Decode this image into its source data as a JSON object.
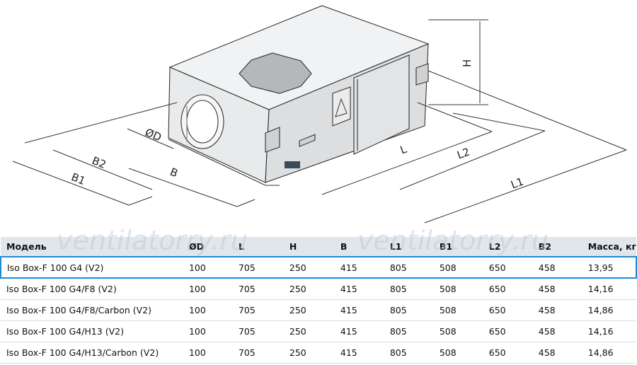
{
  "watermark": "ventilatorry.ru",
  "dimension_labels": {
    "H": "H",
    "OD": "ØD",
    "B2": "B2",
    "B1": "B1",
    "B": "B",
    "L": "L",
    "L2": "L2",
    "L1": "L1"
  },
  "table": {
    "headers": [
      "Модель",
      "ØD",
      "L",
      "H",
      "B",
      "L1",
      "B1",
      "L2",
      "B2",
      "Масса, кг"
    ],
    "rows": [
      [
        "Iso Box-F 100 G4 (V2)",
        "100",
        "705",
        "250",
        "415",
        "805",
        "508",
        "650",
        "458",
        "13,95"
      ],
      [
        "Iso Box-F 100 G4/F8 (V2)",
        "100",
        "705",
        "250",
        "415",
        "805",
        "508",
        "650",
        "458",
        "14,16"
      ],
      [
        "Iso Box-F 100 G4/F8/Carbon (V2)",
        "100",
        "705",
        "250",
        "415",
        "805",
        "508",
        "650",
        "458",
        "14,86"
      ],
      [
        "Iso Box-F 100 G4/H13 (V2)",
        "100",
        "705",
        "250",
        "415",
        "805",
        "508",
        "650",
        "458",
        "14,16"
      ],
      [
        "Iso Box-F 100 G4/H13/Carbon (V2)",
        "100",
        "705",
        "250",
        "415",
        "805",
        "508",
        "650",
        "458",
        "14,86"
      ]
    ],
    "highlighted_row": 0,
    "highlight_color": "#1f8ad6",
    "header_bg": "#dfe6ec"
  }
}
